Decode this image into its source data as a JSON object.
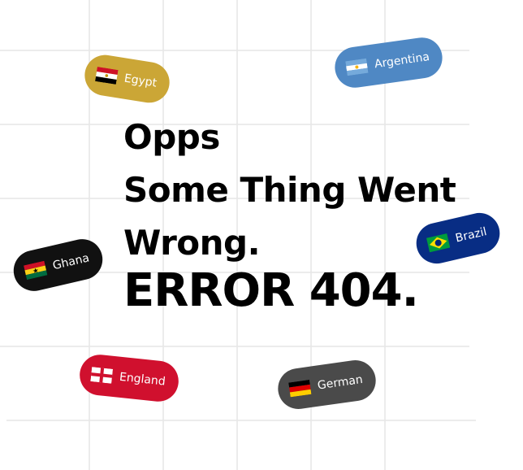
{
  "headline": {
    "line1": "Opps",
    "line2": "Some Thing Went",
    "line3": "Wrong.",
    "error": "ERROR 404."
  },
  "colors": {
    "grid": "#e6e6e6",
    "egypt": "#cba636",
    "argentina": "#4f88c4",
    "brazil": "#082d84",
    "ghana": "#111111",
    "england": "#d0102e",
    "german": "#4a4a4a"
  },
  "tags": [
    {
      "id": "egypt",
      "label": "Egypt",
      "icon": "egypt-flag-icon"
    },
    {
      "id": "argentina",
      "label": "Argentina",
      "icon": "argentina-flag-icon"
    },
    {
      "id": "brazil",
      "label": "Brazil",
      "icon": "brazil-flag-icon"
    },
    {
      "id": "ghana",
      "label": "Ghana",
      "icon": "ghana-flag-icon"
    },
    {
      "id": "england",
      "label": "England",
      "icon": "england-flag-icon"
    },
    {
      "id": "german",
      "label": "German",
      "icon": "germany-flag-icon"
    }
  ]
}
